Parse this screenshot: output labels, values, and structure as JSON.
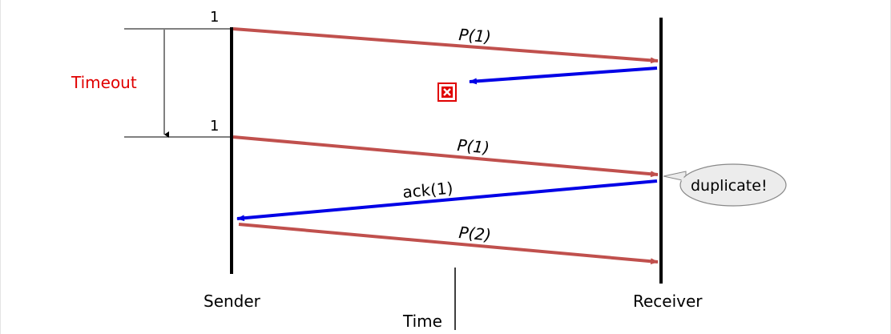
{
  "diagram": {
    "lifelines": {
      "sender": "Sender",
      "receiver": "Receiver",
      "time": "Time"
    },
    "timeout": {
      "label": "Timeout",
      "seq_top": "1",
      "seq_bottom": "1"
    },
    "messages": {
      "p1_first": "P(1)",
      "p1_second": "P(1)",
      "ack1": "ack(1)",
      "p2": "P(2)"
    },
    "callout": "duplicate!",
    "loss_marker": "lost-packet-icon",
    "colors": {
      "packet_arrow": "#c0504d",
      "ack_arrow": "#0000e6",
      "timeout_text": "#e00000",
      "loss_marker": "#e00000",
      "lifeline": "#000000",
      "callout_fill": "#ececec"
    }
  }
}
